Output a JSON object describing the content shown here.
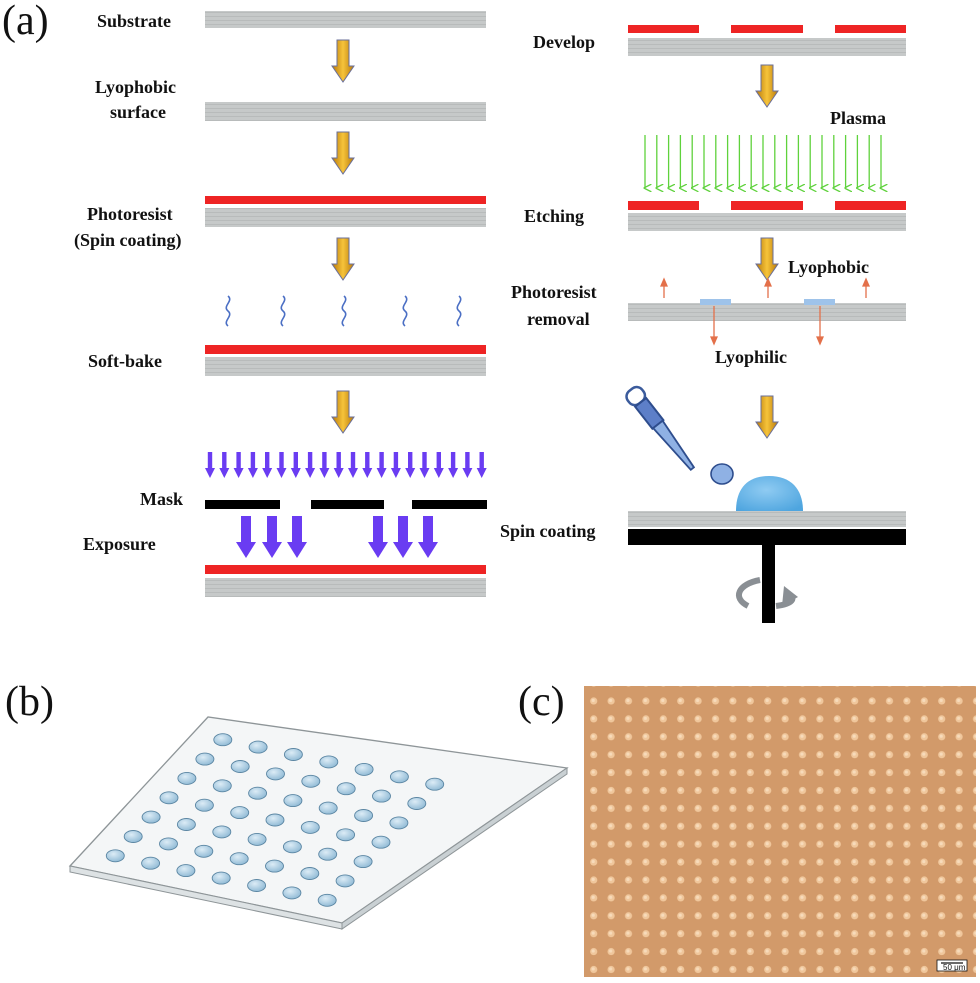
{
  "panels": {
    "a": "(a)",
    "b": "(b)",
    "c": "(c)"
  },
  "steps_left": {
    "substrate": "Substrate",
    "lyophobic_1": "Lyophobic",
    "lyophobic_2": "surface",
    "photoresist_1": "Photoresist",
    "photoresist_2": "(Spin coating)",
    "soft_bake": "Soft-bake",
    "mask": "Mask",
    "exposure": "Exposure"
  },
  "steps_right": {
    "develop": "Develop",
    "plasma": "Plasma",
    "etching": "Etching",
    "removal_1": "Photoresist",
    "removal_2": "removal",
    "lyophobic": "Lyophobic",
    "lyophilic": "Lyophilic",
    "spin_coating": "Spin coating"
  },
  "scale_bar": "50 μm",
  "colors": {
    "substrate": "#c6c9c9",
    "substrate_stripe": "#b3b6b6",
    "photoresist": "#ee2424",
    "flow_arrow": "#e8a90f",
    "uv_arrow": "#6a3cf2",
    "plasma_arrow": "#5fd23c",
    "lyophilic_patch": "#9ec3ea",
    "droplet": "#6fb6e8",
    "chuck": "#000000",
    "micrograph_bg": "#d29a6a",
    "microlens": "#f0c79c",
    "lens_b": "#a8cfe6"
  }
}
